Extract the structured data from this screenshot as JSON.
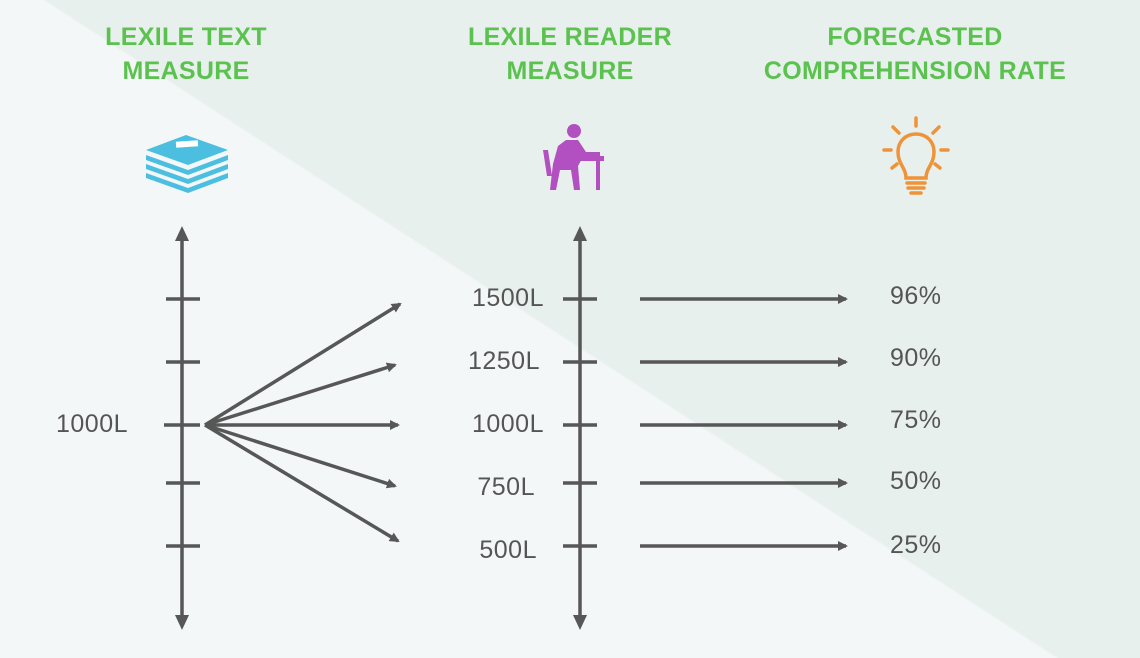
{
  "headings": {
    "text_measure": [
      "LEXILE TEXT",
      "MEASURE"
    ],
    "reader_measure": [
      "LEXILE READER",
      "MEASURE"
    ],
    "comprehension": [
      "FORECASTED",
      "COMPREHENSION RATE"
    ]
  },
  "icons": {
    "text": "stacked-books-icon",
    "reader": "reader-at-desk-icon",
    "idea": "lightbulb-icon"
  },
  "colors": {
    "heading": "#5cc24f",
    "books": "#4cbfe0",
    "reader": "#b24fc1",
    "bulb": "#ee9338",
    "lines": "#575757"
  },
  "text_axis": {
    "label": "1000L"
  },
  "reader_levels": [
    {
      "label": "1500L",
      "rate": "96%"
    },
    {
      "label": "1250L",
      "rate": "90%"
    },
    {
      "label": "1000L",
      "rate": "75%"
    },
    {
      "label": "750L",
      "rate": "50%"
    },
    {
      "label": "500L",
      "rate": "25%"
    }
  ]
}
